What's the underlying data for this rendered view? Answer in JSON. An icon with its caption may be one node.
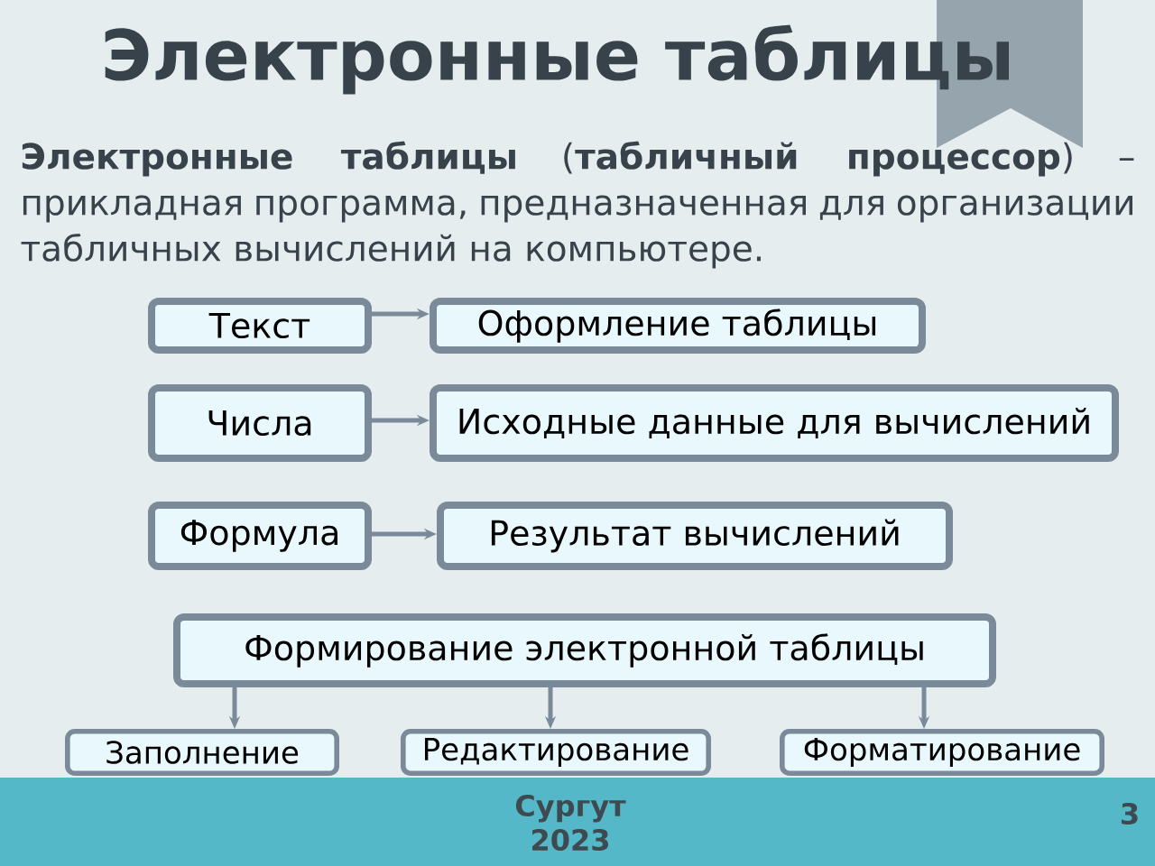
{
  "diagram": {
    "title": "Электронные таблицы",
    "nodes": [
      {
        "text": [
          "Текст"
        ]
      },
      {
        "text": [
          "Оформление таблицы"
        ]
      },
      {
        "text": [
          "Числа"
        ]
      },
      {
        "text": [
          "Исходные данные для вычислений"
        ]
      },
      {
        "text": [
          "Формула"
        ]
      },
      {
        "text": [
          "Результат вычислений"
        ]
      },
      {
        "text": [
          "Формирование электронной таблицы"
        ]
      },
      {
        "text": [
          "Заполнение"
        ]
      },
      {
        "text": [
          "Редактирование"
        ]
      },
      {
        "text": [
          "Форматирование"
        ]
      }
    ],
    "edges": [
      {
        "from": 0,
        "to": 1,
        "arrow": "to"
      },
      {
        "from": 2,
        "to": 3,
        "arrow": "to"
      },
      {
        "from": 4,
        "to": 5,
        "arrow": "to"
      },
      {
        "from": 6,
        "to": 7,
        "arrow": "to"
      },
      {
        "from": 6,
        "to": 8,
        "arrow": "to"
      },
      {
        "from": 6,
        "to": 9,
        "arrow": "to"
      }
    ],
    "labels": [
      "**Электронные таблицы** (**табличный процессор**) – прикладная программа, предназначенная для организации табличных вычислений на компьютере.",
      "Сургут 2023",
      "3"
    ]
  }
}
